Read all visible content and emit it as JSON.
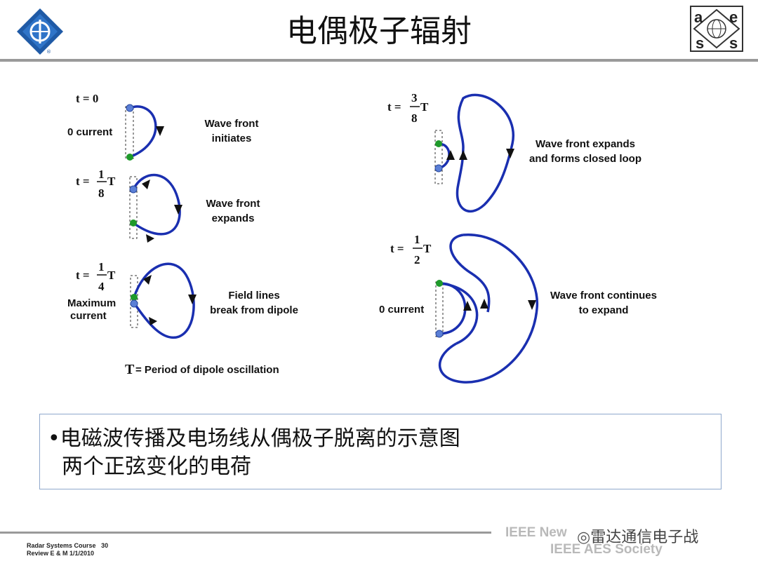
{
  "header": {
    "title": "电偶极子辐射",
    "aes_logo_letters": [
      "a",
      "e",
      "s",
      "s"
    ]
  },
  "diagram": {
    "labels": {
      "t0": "t = 0",
      "t18": "t = ",
      "t18_num": "1",
      "t18_den": "8",
      "t14": "t = ",
      "t14_num": "1",
      "t14_den": "4",
      "t38": "t = ",
      "t38_num": "3",
      "t38_den": "8",
      "t12": "t = ",
      "t12_num": "1",
      "t12_den": "2",
      "T": "T",
      "zero_current_1": "0 current",
      "max_current_1": "Maximum",
      "max_current_2": "current",
      "zero_current_2": "0 current",
      "wf_initiates_1": "Wave front",
      "wf_initiates_2": "initiates",
      "wf_expands_1": "Wave front",
      "wf_expands_2": "expands",
      "field_lines_1": "Field lines",
      "field_lines_2": "break from dipole",
      "wf_closed_1": "Wave front expands",
      "wf_closed_2": "and forms closed loop",
      "wf_continues_1": "Wave front continues",
      "wf_continues_2": "to expand",
      "period_T": "T",
      "period_text": " = Period of dipole oscillation"
    },
    "colors": {
      "wave": "#1a2fb0",
      "positive_charge": "#5b7fd6",
      "negative_charge": "#1e9a2a"
    }
  },
  "textbox": {
    "bullet": "•",
    "line1": "电磁波传播及电场线从偶极子脱离的示意图",
    "line2": "两个正弦变化的电荷"
  },
  "footer": {
    "course": "Radar Systems Course",
    "page": "30",
    "review": "Review E & M  1/1/2010",
    "ieee_line1": "IEEE New",
    "ieee_line2": "IEEE AES Society",
    "watermark": "雷达通信电子战"
  }
}
